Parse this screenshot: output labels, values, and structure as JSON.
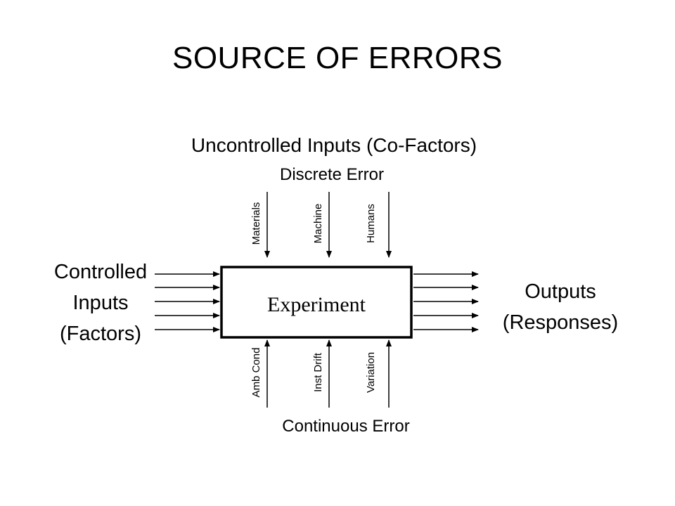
{
  "slide": {
    "title": "SOURCE OF ERRORS"
  },
  "diagram": {
    "top_heading": "Uncontrolled Inputs (Co-Factors)",
    "discrete_error": "Discrete Error",
    "discrete_sources": [
      "Materials",
      "Machine",
      "Humans"
    ],
    "process": "Experiment",
    "controlled_inputs": [
      "Controlled",
      "Inputs",
      "(Factors)"
    ],
    "outputs": [
      "Outputs",
      "(Responses)"
    ],
    "continuous_sources": [
      "Amb Cond",
      "Inst Drift",
      "Variation"
    ],
    "continuous_error": "Continuous Error"
  }
}
